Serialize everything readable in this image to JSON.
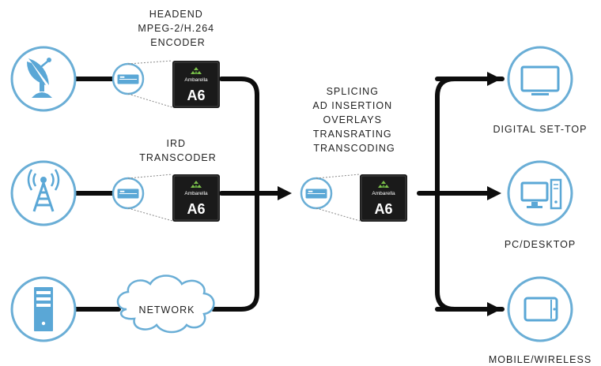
{
  "labels": {
    "headend": [
      "HEADEND",
      "MPEG-2/H.264",
      "ENCODER"
    ],
    "ird": [
      "IRD",
      "TRANSCODER"
    ],
    "network": "NETWORK",
    "center": [
      "SPLICING",
      "AD INSERTION",
      "OVERLAYS",
      "TRANSRATING",
      "TRANSCODING"
    ],
    "outputs": [
      "DIGITAL SET-TOP",
      "PC/DESKTOP",
      "MOBILE/WIRELESS"
    ]
  },
  "chip": {
    "model": "A6",
    "brand": "Ambarella"
  },
  "icons": {
    "inputs": [
      "satellite-dish-icon",
      "broadcast-tower-icon",
      "server-icon"
    ],
    "outputs": [
      "television-icon",
      "desktop-computer-icon",
      "mobile-device-icon"
    ],
    "device": "encoder-box-icon",
    "cloud": "cloud-icon"
  },
  "colors": {
    "accent": "#5aa7d6",
    "line": "#0d0d0d",
    "chip": "#1a1a1a"
  }
}
